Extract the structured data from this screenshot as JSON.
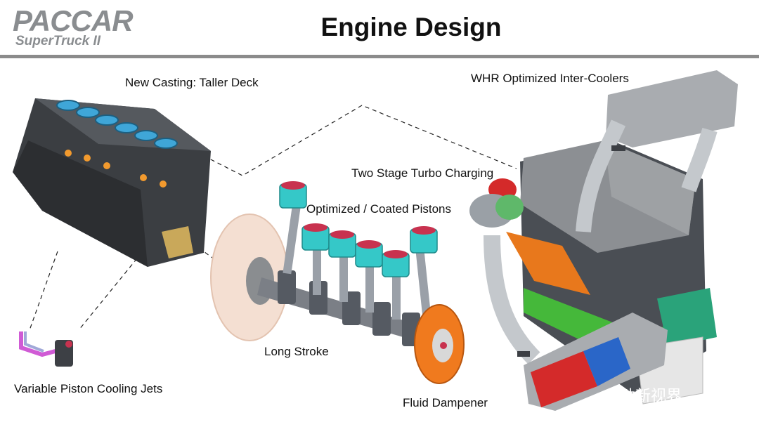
{
  "header": {
    "logo_main": "PACCAR",
    "logo_sub": "SuperTruck II",
    "title": "Engine Design"
  },
  "labels": {
    "casting": "New Casting: Taller Deck",
    "intercoolers": "WHR Optimized Inter-Coolers",
    "turbo": "Two Stage Turbo Charging",
    "pistons": "Optimized / Coated Pistons",
    "stroke": "Long Stroke",
    "cooling_jets": "Variable Piston Cooling Jets",
    "dampener": "Fluid Dampener"
  },
  "watermark": "电动新视界",
  "colors": {
    "rule": "#8b8b8b",
    "logo": "#8a8d90",
    "piston_cyan": "#35c8c8",
    "piston_red": "#c8324f",
    "dampener_orange": "#f07a1e",
    "intercooler_red": "#d42a2a",
    "intercooler_blue": "#2a66c8"
  }
}
